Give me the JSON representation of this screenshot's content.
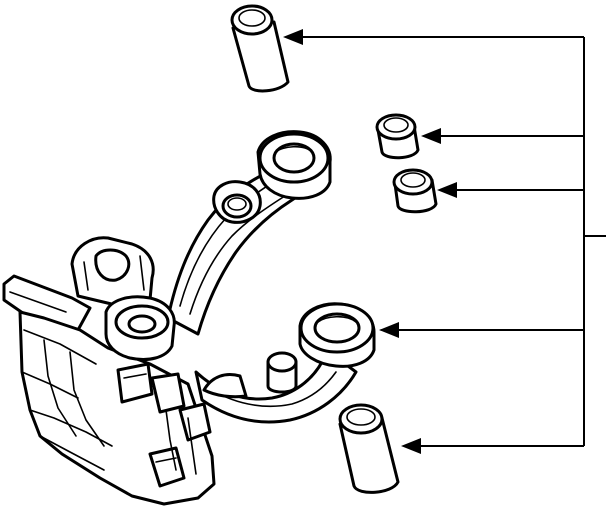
{
  "diagram": {
    "kind": "exploded-parts-view",
    "subject": "knuckle-and-bushings",
    "callout_count": 5,
    "colors": {
      "ink": "#000000",
      "paper": "#ffffff"
    }
  }
}
